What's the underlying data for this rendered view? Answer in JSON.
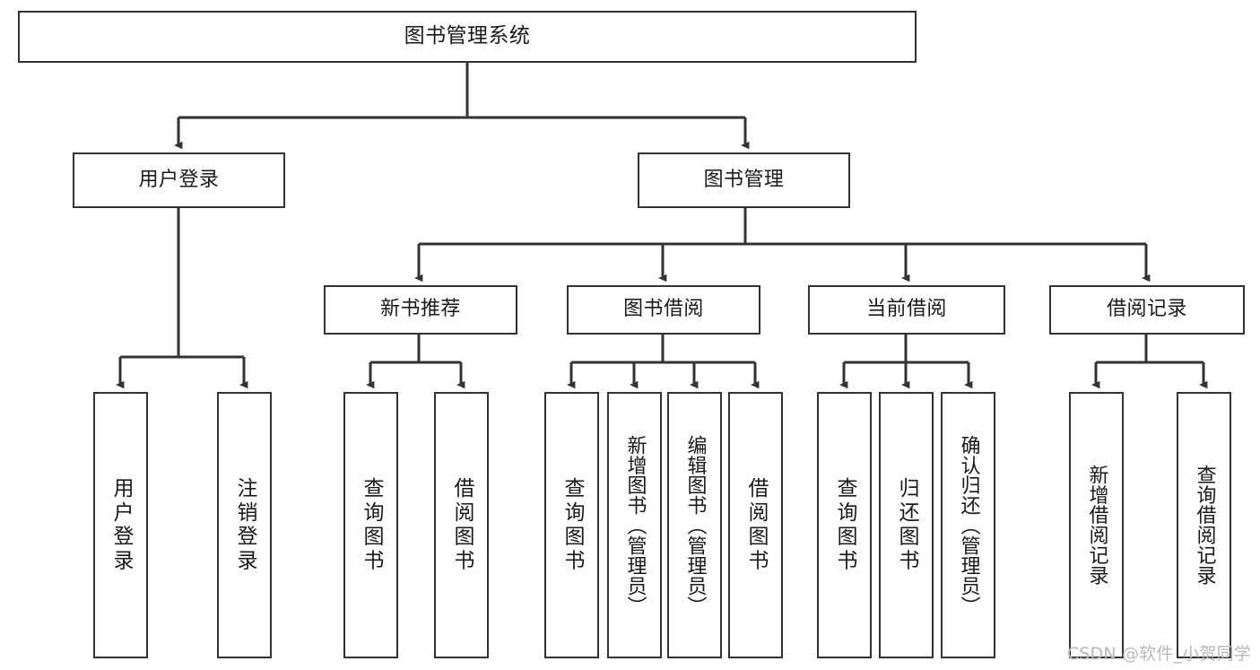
{
  "diagram": {
    "title": "图书管理系统",
    "type": "tree",
    "root": {
      "label": "图书管理系统"
    },
    "level2": [
      {
        "label": "用户登录"
      },
      {
        "label": "图书管理"
      }
    ],
    "level3": [
      {
        "label": "新书推荐"
      },
      {
        "label": "图书借阅"
      },
      {
        "label": "当前借阅"
      },
      {
        "label": "借阅记录"
      }
    ],
    "leaves": {
      "user_login": [
        {
          "label": "用户登录"
        },
        {
          "label": "注销登录"
        }
      ],
      "new_book_recommend": [
        {
          "label": "查询图书"
        },
        {
          "label": "借阅图书"
        }
      ],
      "book_borrow": [
        {
          "label": "查询图书"
        },
        {
          "label": "新增图书（管理员）"
        },
        {
          "label": "编辑图书（管理员）"
        },
        {
          "label": "借阅图书"
        }
      ],
      "current_borrow": [
        {
          "label": "查询图书"
        },
        {
          "label": "归还图书"
        },
        {
          "label": "确认归还（管理员）"
        }
      ],
      "borrow_record": [
        {
          "label": "新增借阅记录"
        },
        {
          "label": "查询借阅记录"
        }
      ]
    }
  },
  "watermark": {
    "text": "CSDN @软件_小贺同学"
  },
  "colors": {
    "stroke": "#333333",
    "fill": "#ffffff",
    "text": "#1a1a1a",
    "watermark": "#b9b9b9"
  }
}
